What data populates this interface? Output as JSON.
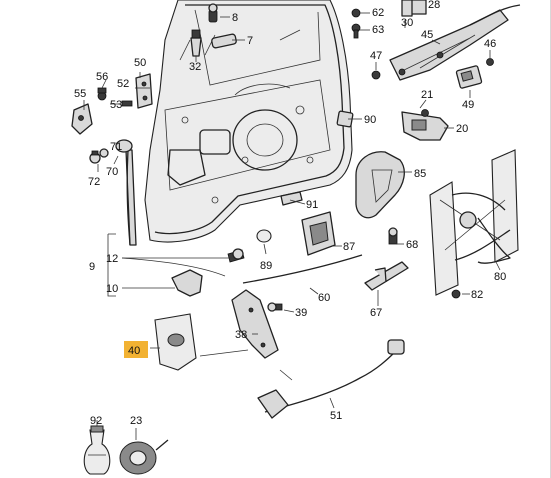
{
  "diagram": {
    "highlight_color": "#f2b233",
    "callouts": [
      {
        "id": "c28",
        "label": "28"
      },
      {
        "id": "c30",
        "label": "30"
      },
      {
        "id": "c8",
        "label": "8"
      },
      {
        "id": "c62",
        "label": "62"
      },
      {
        "id": "c63",
        "label": "63"
      },
      {
        "id": "c7",
        "label": "7"
      },
      {
        "id": "c45",
        "label": "45"
      },
      {
        "id": "c32",
        "label": "32"
      },
      {
        "id": "c50",
        "label": "50"
      },
      {
        "id": "c47",
        "label": "47"
      },
      {
        "id": "c46",
        "label": "46"
      },
      {
        "id": "c56",
        "label": "56"
      },
      {
        "id": "c52",
        "label": "52"
      },
      {
        "id": "c55",
        "label": "55"
      },
      {
        "id": "c53",
        "label": "53"
      },
      {
        "id": "c49",
        "label": "49"
      },
      {
        "id": "c21",
        "label": "21"
      },
      {
        "id": "c90",
        "label": "90"
      },
      {
        "id": "c20",
        "label": "20"
      },
      {
        "id": "c71",
        "label": "71"
      },
      {
        "id": "c70",
        "label": "70"
      },
      {
        "id": "c72",
        "label": "72"
      },
      {
        "id": "c85",
        "label": "85"
      },
      {
        "id": "c91",
        "label": "91"
      },
      {
        "id": "c87",
        "label": "87"
      },
      {
        "id": "c68",
        "label": "68"
      },
      {
        "id": "c9",
        "label": "9"
      },
      {
        "id": "c12",
        "label": "12"
      },
      {
        "id": "c89",
        "label": "89"
      },
      {
        "id": "c80",
        "label": "80"
      },
      {
        "id": "c10",
        "label": "10"
      },
      {
        "id": "c60",
        "label": "60"
      },
      {
        "id": "c82",
        "label": "82"
      },
      {
        "id": "c39",
        "label": "39"
      },
      {
        "id": "c67",
        "label": "67"
      },
      {
        "id": "c38",
        "label": "38"
      },
      {
        "id": "c40",
        "label": "40"
      },
      {
        "id": "c51",
        "label": "51"
      },
      {
        "id": "c92",
        "label": "92"
      },
      {
        "id": "c23",
        "label": "23"
      }
    ]
  }
}
